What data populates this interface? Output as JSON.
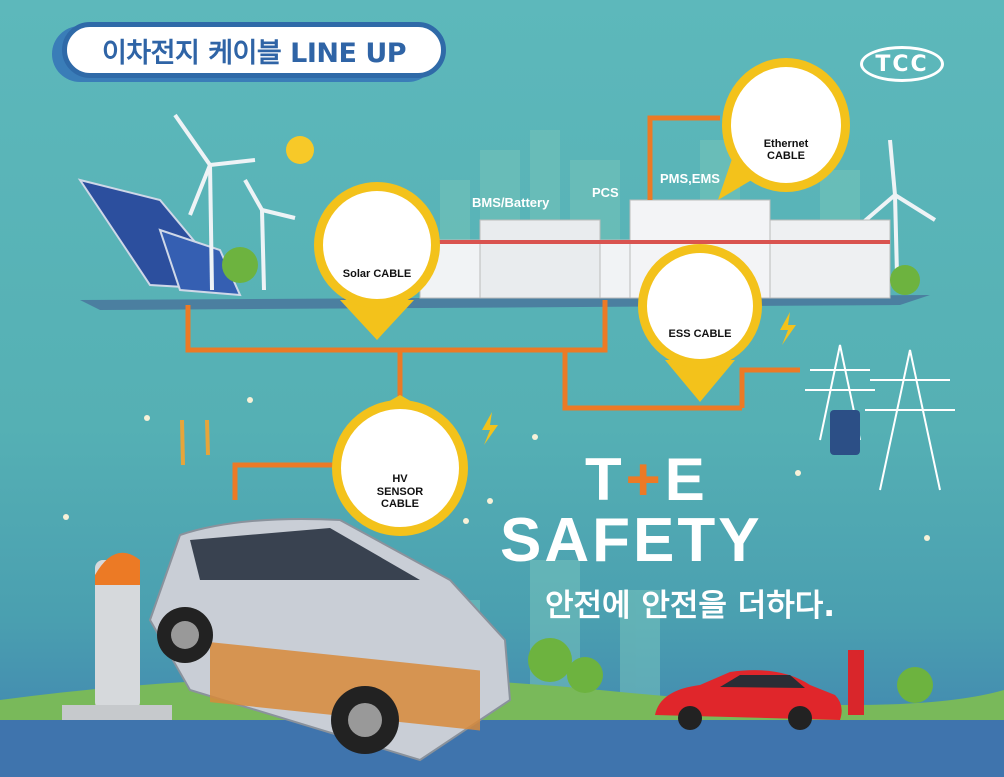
{
  "title": "이차전지 케이블 LINE UP",
  "logo": "TCC",
  "labels": {
    "bms": "BMS/Battery",
    "pcs": "PCS",
    "pms": "PMS,EMS"
  },
  "pins": {
    "solar": "Solar CABLE",
    "ethernet": "Ethernet CABLE",
    "ess": "ESS CABLE",
    "hv": "HV SENSOR CABLE"
  },
  "headline": {
    "the_t": "T",
    "the_plus": "+",
    "the_e": "E",
    "safety": "SAFETY",
    "tagline": "안전에 안전을 더하다."
  },
  "colors": {
    "accent": "#ec7a25",
    "pin": "#f3c21b",
    "brand": "#2f6aa8"
  }
}
